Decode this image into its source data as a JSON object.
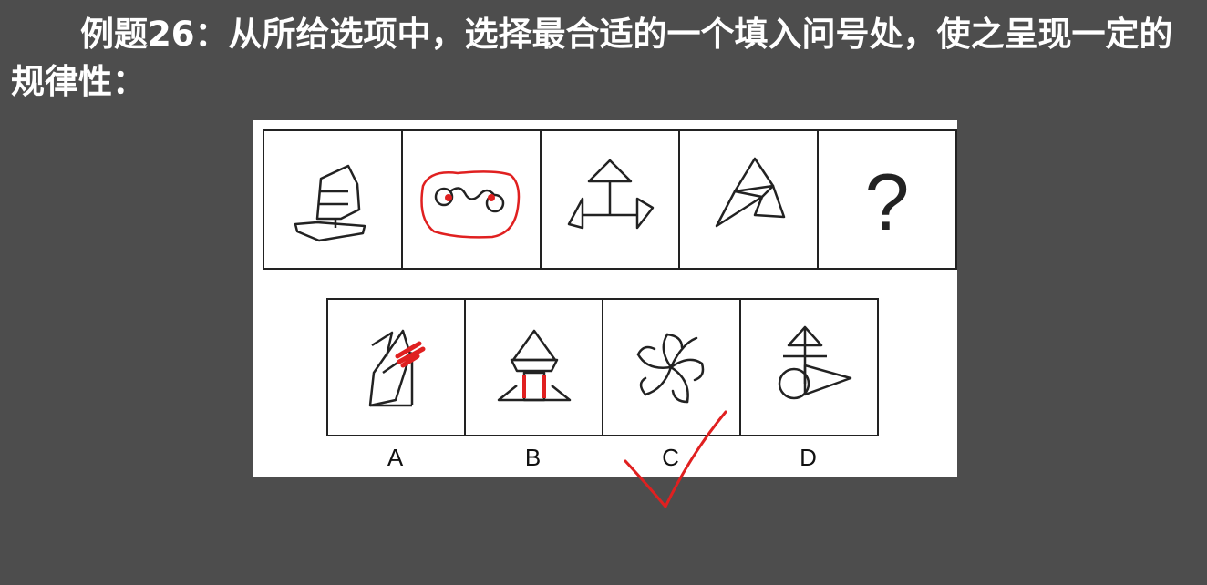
{
  "question": {
    "text": "例题26：从所给选项中，选择最合适的一个填入问号处，使之呈现一定的规律性："
  },
  "sequence": [
    {
      "label": "",
      "icon": "sail-boat-figure"
    },
    {
      "label": "",
      "icon": "two-circles-wavy-line-figure"
    },
    {
      "label": "",
      "icon": "triangle-with-two-side-triangles-figure"
    },
    {
      "label": "",
      "icon": "folded-triangles-figure"
    },
    {
      "label": "?",
      "icon": "question-mark"
    }
  ],
  "options": [
    {
      "label": "A",
      "icon": "zigzag-triangles-figure"
    },
    {
      "label": "B",
      "icon": "tree-triangles-figure"
    },
    {
      "label": "C",
      "icon": "spiral-pinwheel-figure"
    },
    {
      "label": "D",
      "icon": "triangles-with-circle-figure"
    }
  ],
  "answer_mark": {
    "option": "C",
    "icon": "red-checkmark",
    "color": "#e02020"
  },
  "colors": {
    "background": "#4d4d4d",
    "panel": "#ffffff",
    "ink": "#222222",
    "annotation": "#e02020"
  }
}
